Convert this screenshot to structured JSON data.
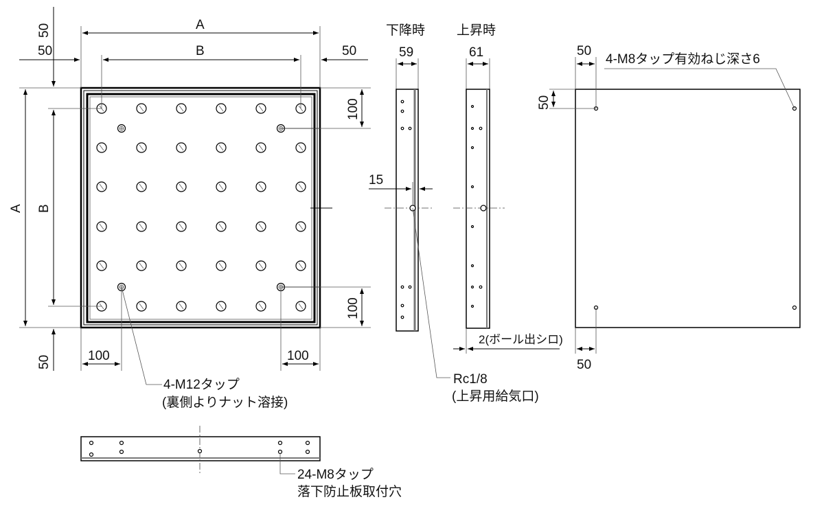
{
  "main_view": {
    "dim_a": "A",
    "dim_b": "B",
    "dim_50_left": "50",
    "dim_50_right": "50",
    "dim_50_top_v": "50",
    "dim_50_bottom_v": "50",
    "dim_a_v": "A",
    "dim_b_v": "B",
    "dim_100_upper": "100",
    "dim_100_lower": "100",
    "dim_100_bottom_left": "100",
    "dim_100_bottom_right": "100",
    "note_tap_line1": "4-M12タップ",
    "note_tap_line2": "(裏側よりナット溶接)"
  },
  "side_views": {
    "lowered_label": "下降時",
    "raised_label": "上昇時",
    "dim_lowered": "59",
    "dim_raised": "61",
    "dim_15": "15",
    "port_line1": "Rc1/8",
    "port_line2": "(上昇用給気口)",
    "ball_protrusion": "2(ボール出シロ)"
  },
  "back_view": {
    "dim_50_top": "50",
    "dim_50_left": "50",
    "dim_50_bottom": "50",
    "note_tap": "4-M8タップ有効ねじ深さ6"
  },
  "bottom_view": {
    "note_line1": "24-M8タップ",
    "note_line2": "落下防止板取付穴"
  }
}
